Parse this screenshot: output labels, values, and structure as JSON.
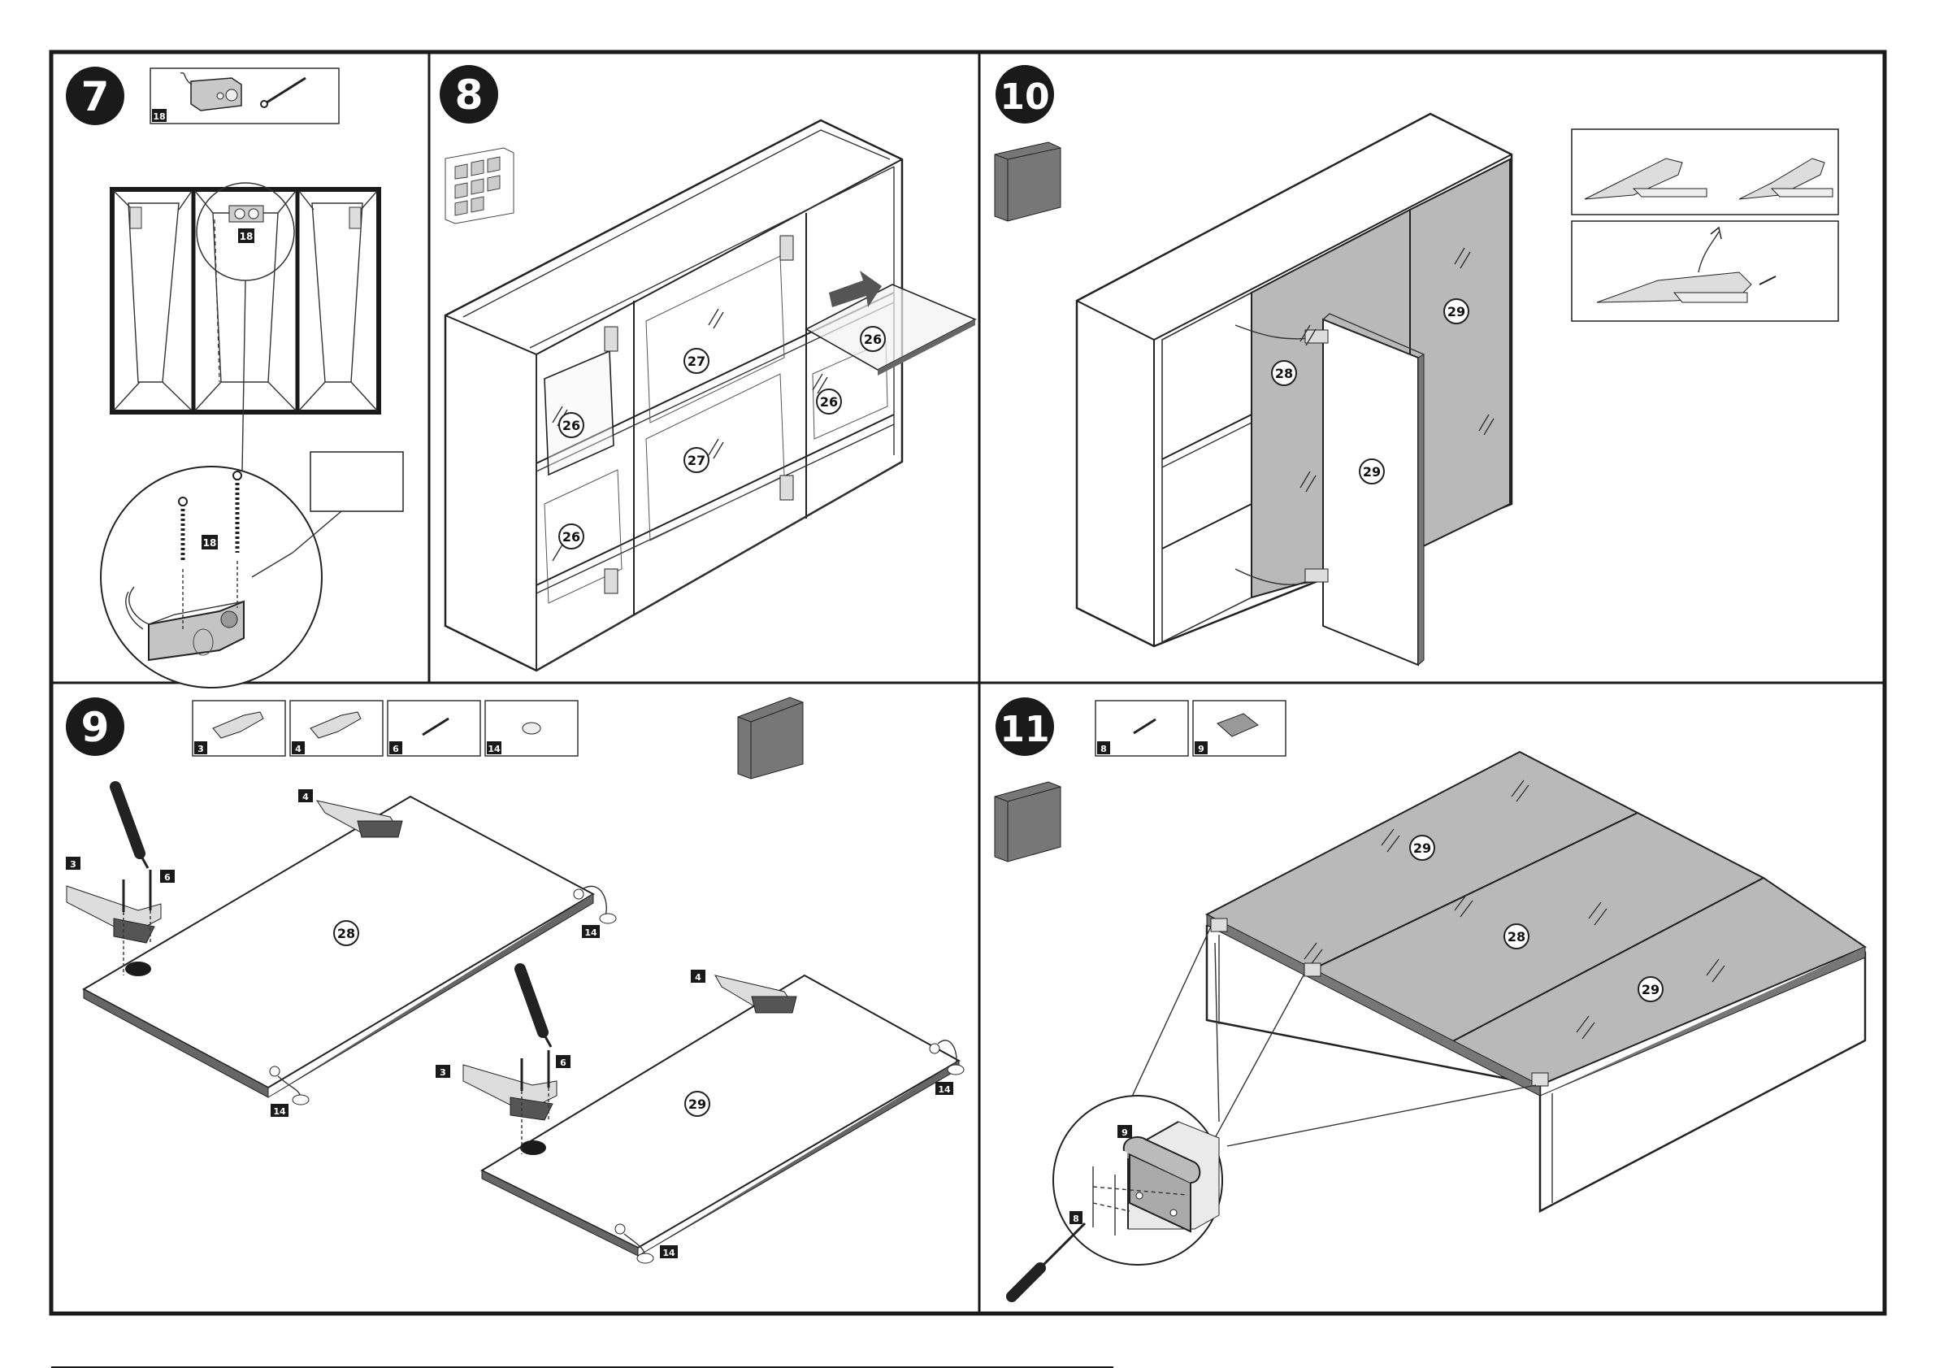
{
  "steps": [
    {
      "number": "7",
      "box_tags": [
        "18"
      ],
      "callout_tags": [
        "18",
        "18"
      ]
    },
    {
      "number": "8",
      "parts": [
        "27",
        "27",
        "26",
        "26",
        "26",
        "26"
      ]
    },
    {
      "number": "9",
      "box_tags": [
        "3",
        "4",
        "6",
        "14"
      ],
      "panel_a": {
        "part": "28",
        "tags": [
          "3",
          "4",
          "6",
          "14",
          "14"
        ]
      },
      "panel_b": {
        "part": "29",
        "tags": [
          "3",
          "4",
          "6",
          "14",
          "14"
        ]
      }
    },
    {
      "number": "10",
      "parts": [
        "29",
        "28",
        "29"
      ]
    },
    {
      "number": "11",
      "box_tags": [
        "8",
        "9"
      ],
      "parts": [
        "29",
        "28",
        "29"
      ],
      "callout_tags": [
        "9",
        "8"
      ]
    }
  ],
  "colors": {
    "frame": "#1a1a1a",
    "door_gray": "#b9b9b9",
    "glass": "#f2f2f2"
  }
}
